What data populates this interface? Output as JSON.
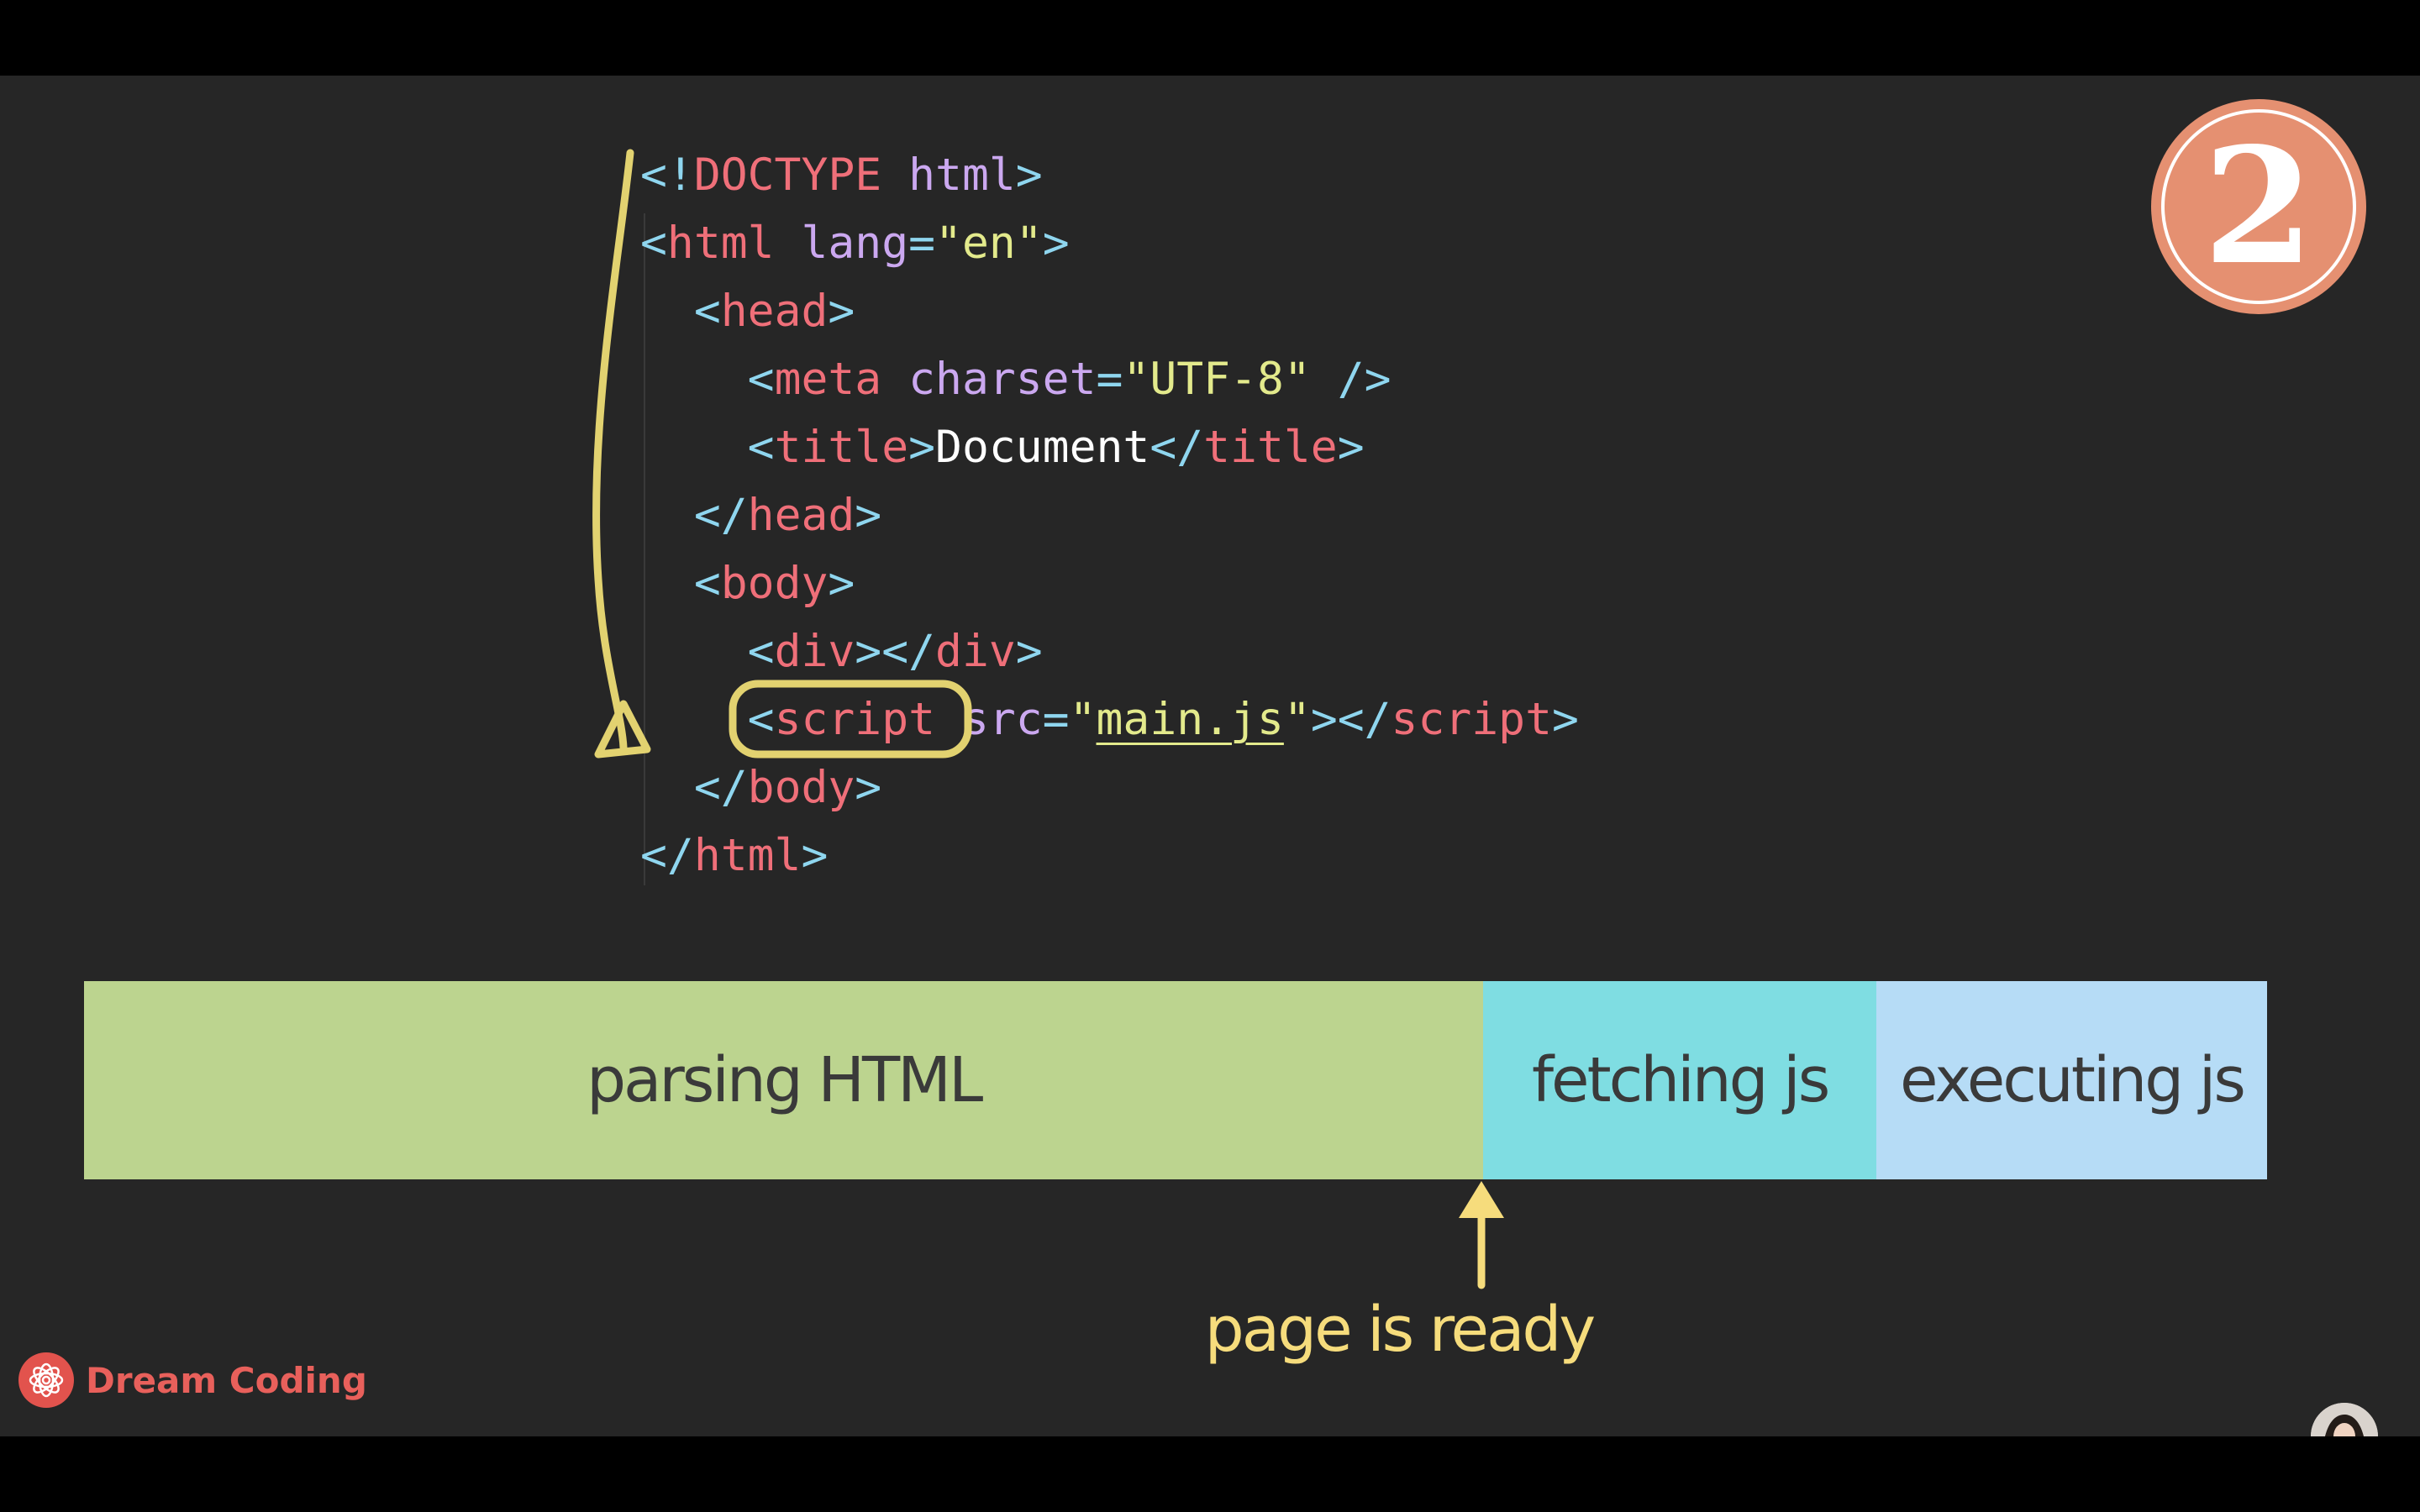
{
  "code": {
    "lines": [
      {
        "indent": 0,
        "tokens": [
          {
            "t": "<!",
            "c": "punct"
          },
          {
            "t": "DOCTYPE",
            "c": "tag"
          },
          {
            "t": " ",
            "c": "text"
          },
          {
            "t": "html",
            "c": "attr"
          },
          {
            "t": ">",
            "c": "punct"
          }
        ]
      },
      {
        "indent": 0,
        "tokens": [
          {
            "t": "<",
            "c": "punct"
          },
          {
            "t": "html",
            "c": "tag"
          },
          {
            "t": " ",
            "c": "text"
          },
          {
            "t": "lang",
            "c": "attr"
          },
          {
            "t": "=",
            "c": "punct"
          },
          {
            "t": "\"en\"",
            "c": "string"
          },
          {
            "t": ">",
            "c": "punct"
          }
        ]
      },
      {
        "indent": 1,
        "tokens": [
          {
            "t": "<",
            "c": "punct"
          },
          {
            "t": "head",
            "c": "tag"
          },
          {
            "t": ">",
            "c": "punct"
          }
        ]
      },
      {
        "indent": 2,
        "tokens": [
          {
            "t": "<",
            "c": "punct"
          },
          {
            "t": "meta",
            "c": "tag"
          },
          {
            "t": " ",
            "c": "text"
          },
          {
            "t": "charset",
            "c": "attr"
          },
          {
            "t": "=",
            "c": "punct"
          },
          {
            "t": "\"UTF-8\"",
            "c": "string"
          },
          {
            "t": " />",
            "c": "punct"
          }
        ]
      },
      {
        "indent": 2,
        "tokens": [
          {
            "t": "<",
            "c": "punct"
          },
          {
            "t": "title",
            "c": "tag"
          },
          {
            "t": ">",
            "c": "punct"
          },
          {
            "t": "Document",
            "c": "text"
          },
          {
            "t": "</",
            "c": "punct"
          },
          {
            "t": "title",
            "c": "tag"
          },
          {
            "t": ">",
            "c": "punct"
          }
        ]
      },
      {
        "indent": 1,
        "tokens": [
          {
            "t": "</",
            "c": "punct"
          },
          {
            "t": "head",
            "c": "tag"
          },
          {
            "t": ">",
            "c": "punct"
          }
        ]
      },
      {
        "indent": 1,
        "tokens": [
          {
            "t": "<",
            "c": "punct"
          },
          {
            "t": "body",
            "c": "tag"
          },
          {
            "t": ">",
            "c": "punct"
          }
        ]
      },
      {
        "indent": 2,
        "tokens": [
          {
            "t": "<",
            "c": "punct"
          },
          {
            "t": "div",
            "c": "tag"
          },
          {
            "t": "></",
            "c": "punct"
          },
          {
            "t": "div",
            "c": "tag"
          },
          {
            "t": ">",
            "c": "punct"
          }
        ]
      },
      {
        "indent": 2,
        "tokens": [
          {
            "t": "<",
            "c": "punct"
          },
          {
            "t": "script",
            "c": "tag"
          },
          {
            "t": " ",
            "c": "text"
          },
          {
            "t": "src",
            "c": "attr"
          },
          {
            "t": "=",
            "c": "punct"
          },
          {
            "t": "\"",
            "c": "string"
          },
          {
            "t": "main.js",
            "c": "string-underline"
          },
          {
            "t": "\"",
            "c": "string"
          },
          {
            "t": "></",
            "c": "punct"
          },
          {
            "t": "script",
            "c": "tag"
          },
          {
            "t": ">",
            "c": "punct"
          }
        ]
      },
      {
        "indent": 1,
        "tokens": [
          {
            "t": "</",
            "c": "punct"
          },
          {
            "t": "body",
            "c": "tag"
          },
          {
            "t": ">",
            "c": "punct"
          }
        ]
      },
      {
        "indent": 0,
        "tokens": [
          {
            "t": "</",
            "c": "punct"
          },
          {
            "t": "html",
            "c": "tag"
          },
          {
            "t": ">",
            "c": "punct"
          }
        ]
      }
    ]
  },
  "syntax_colors": {
    "punct": "#8fd6ef",
    "tag": "#ef6f79",
    "attr": "#cba8f0",
    "string": "#e3ea8c",
    "string-underline": "#e3ea8c",
    "text": "#ffffff"
  },
  "timeline": {
    "segments": [
      {
        "label": "parsing HTML",
        "share": 0.641,
        "color": "#bcd48f"
      },
      {
        "label": "fetching js",
        "share": 0.18,
        "color": "#7fdde2"
      },
      {
        "label": "executing js",
        "share": 0.179,
        "color": "#b6dcf6"
      }
    ],
    "marker_label": "page is ready"
  },
  "annotation": {
    "color": "#e2d270",
    "arrow_color": "#f6dc7c",
    "highlighted_token": "<script"
  },
  "step_badge": {
    "number": "2"
  },
  "brand": {
    "name": "Dream Coding"
  }
}
